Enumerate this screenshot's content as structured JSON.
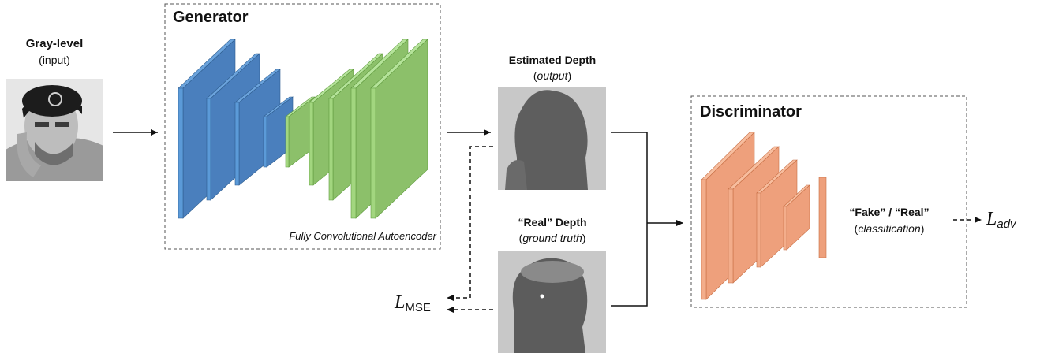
{
  "input": {
    "title": "Gray-level",
    "subtitle": "(input)"
  },
  "generator": {
    "title": "Generator",
    "caption": "Fully Convolutional Autoencoder"
  },
  "estimated": {
    "title": "Estimated Depth",
    "subtitle_pre": "(",
    "subtitle_em": "output",
    "subtitle_post": ")"
  },
  "real": {
    "title": "“Real” Depth",
    "subtitle_pre": "(",
    "subtitle_em": "ground truth",
    "subtitle_post": ")"
  },
  "discriminator": {
    "title": "Discriminator"
  },
  "classification": {
    "title": "“Fake” / “Real”",
    "subtitle_pre": "(",
    "subtitle_em": "classification",
    "subtitle_post": ")"
  },
  "loss_mse": {
    "symbol": "L",
    "subscript": "MSE"
  },
  "loss_adv": {
    "symbol": "L",
    "subscript": "adv"
  },
  "colors": {
    "encoder": "#4a86c5",
    "decoder": "#8cc06a",
    "discriminator": "#f0a07a",
    "depth_bg": "#c8c8c8",
    "depth_fg": "#5e5e5e"
  }
}
